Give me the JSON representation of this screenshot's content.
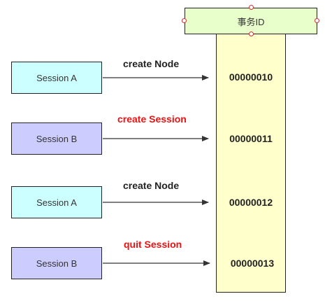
{
  "header": {
    "label": "事务ID"
  },
  "rows": [
    {
      "session": "Session A",
      "operation": "create Node",
      "operation_color": "#222222",
      "txn_id": "00000010",
      "box_color": "#ccffff"
    },
    {
      "session": "Session B",
      "operation": "create Session",
      "operation_color": "#ee1111",
      "txn_id": "00000011",
      "box_color": "#ccccff"
    },
    {
      "session": "Session A",
      "operation": "create Node",
      "operation_color": "#222222",
      "txn_id": "00000012",
      "box_color": "#ccffff"
    },
    {
      "session": "Session B",
      "operation": "quit Session",
      "operation_color": "#ee1111",
      "txn_id": "00000013",
      "box_color": "#ccccff"
    }
  ]
}
